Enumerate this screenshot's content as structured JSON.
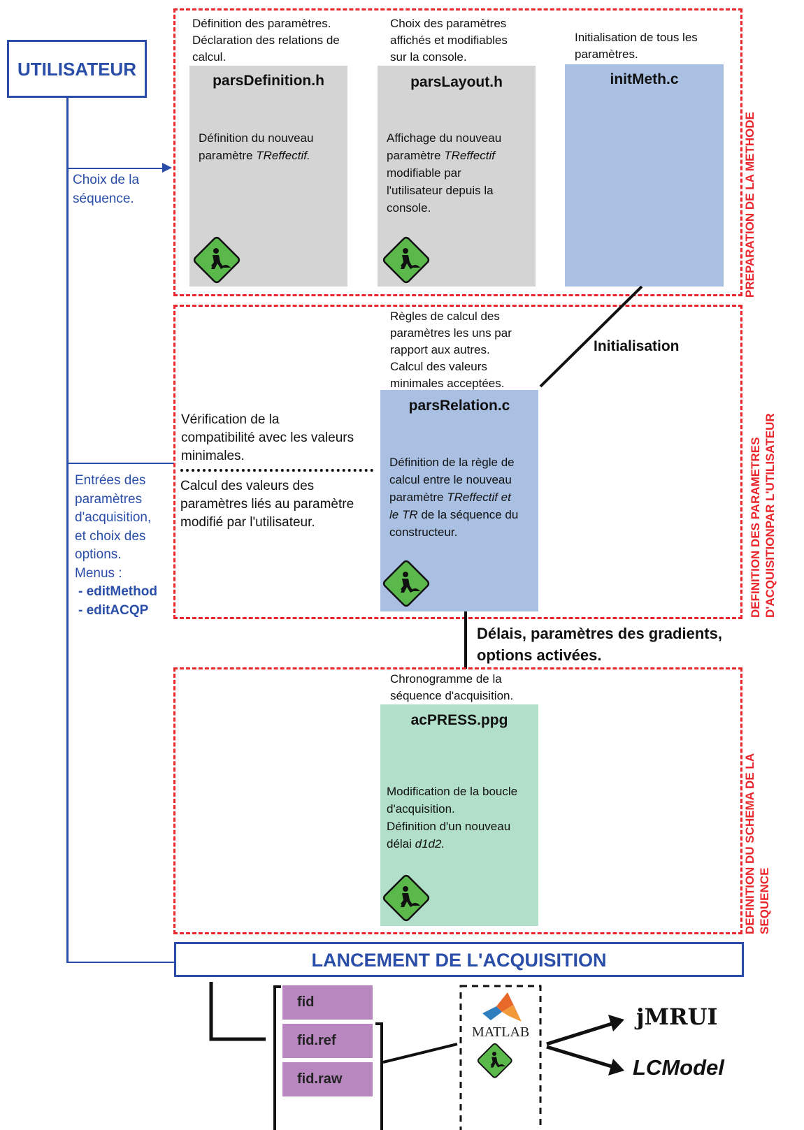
{
  "user": {
    "label": "UTILISATEUR"
  },
  "left_notes": {
    "choix": [
      "Choix de la",
      "séquence."
    ],
    "entrees": [
      "Entrées des",
      "paramètres",
      "d'acquisition,",
      "et choix des",
      "options.",
      "Menus :"
    ],
    "menu_items": [
      "- editMethod",
      "- editACQP"
    ]
  },
  "sections": {
    "prep": "PREPARATION DE LA METHODE",
    "def_params": [
      "DEFINITION DES PARAMETRES",
      "D'ACQUISITIONPAR L'UTILISATEUR"
    ],
    "def_schema": [
      "DEFINITION DU SCHEMA DE LA",
      "SEQUENCE"
    ]
  },
  "prep": {
    "parsDefinition": {
      "caption": [
        "Définition des paramètres.",
        "Déclaration des relations de",
        "calcul."
      ],
      "title": "parsDefinition.h",
      "body_lines": [
        "Définition du nouveau"
      ],
      "body_prefix": "paramètre ",
      "body_italic": "TReffectif",
      "body_suffix": "."
    },
    "parsLayout": {
      "caption": [
        "Choix des paramètres",
        "affichés et modifiables",
        "sur la console."
      ],
      "title": "parsLayout.h",
      "line1": "Affichage du nouveau",
      "line2_prefix": "paramètre ",
      "line2_italic": "TReffectif",
      "rest": [
        "modifiable par",
        "l'utilisateur depuis la",
        "console."
      ]
    },
    "initMeth": {
      "caption": [
        "Initialisation de tous les",
        "paramètres."
      ],
      "title": "initMeth.c"
    }
  },
  "relation": {
    "caption": [
      "Règles de calcul des",
      "paramètres les uns par",
      "rapport aux autres.",
      "Calcul des valeurs",
      "minimales acceptées."
    ],
    "initialisation": "Initialisation",
    "title": "parsRelation.c",
    "line1": "Définition de la règle de",
    "line2": "calcul entre le nouveau",
    "line3_prefix": "paramètre ",
    "line3_italic": "TReffectif et",
    "line4_italic": "le TR",
    "line4_suffix": " de la séquence du",
    "line5": "constructeur.",
    "verif": [
      "Vérification de la",
      "compatibilité avec les valeurs",
      "minimales."
    ],
    "calcul": [
      "Calcul des valeurs des",
      "paramètres liés au paramètre",
      "modifié par l'utilisateur."
    ]
  },
  "link_label": [
    "Délais, paramètres des gradients,",
    "options activées."
  ],
  "schema": {
    "caption": [
      "Chronogramme de la",
      "séquence d'acquisition."
    ],
    "title": "acPRESS.ppg",
    "lines": [
      "Modification de la boucle",
      "d'acquisition.",
      "Définition d'un nouveau"
    ],
    "last_prefix": "délai ",
    "last_italic": "d1d2",
    "last_suffix": "."
  },
  "launch": {
    "label": "LANCEMENT DE L'ACQUISITION"
  },
  "files": [
    "fid",
    "fid.ref",
    "fid.raw"
  ],
  "matlab": {
    "label": "MATLAB"
  },
  "outputs": [
    "jMRUI",
    "LCModel"
  ],
  "icons": [
    "construction-sign-icon",
    "matlab-logo-icon"
  ],
  "colors": {
    "red": "#e8262b",
    "blue": "#2a4ea8",
    "gray": "#d4d4d4",
    "lightblue": "#a9c0e3",
    "mint": "#b2dfc9",
    "purple": "#b887c0",
    "sign_green": "#5ab94a"
  }
}
